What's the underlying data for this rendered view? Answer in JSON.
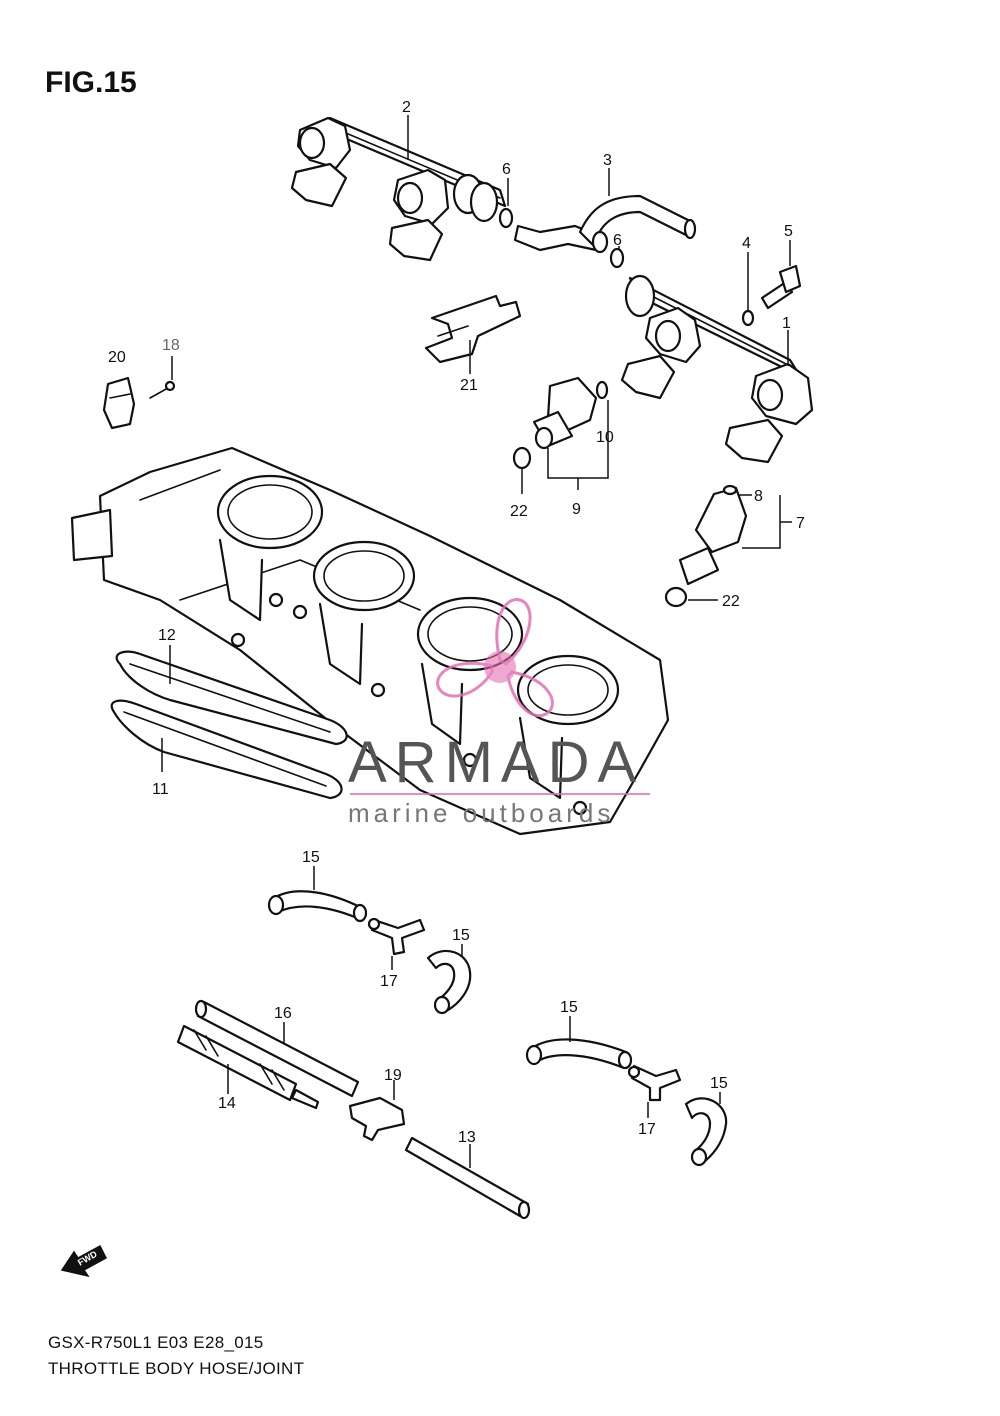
{
  "figure": {
    "title": "FIG.15",
    "code": "GSX-R750L1 E03 E28_015",
    "name": "THROTTLE BODY HOSE/JOINT"
  },
  "watermark": {
    "name": "ARMADA",
    "tagline": "marine outboards",
    "accent_color": "#e46fb3"
  },
  "fwd_label": "FWD",
  "callouts": {
    "c1": "1",
    "c2": "2",
    "c3": "3",
    "c4": "4",
    "c5": "5",
    "c6a": "6",
    "c6b": "6",
    "c7": "7",
    "c8": "8",
    "c9": "9",
    "c10": "10",
    "c11": "11",
    "c12": "12",
    "c13": "13",
    "c14": "14",
    "c15a": "15",
    "c15b": "15",
    "c15c": "15",
    "c15d": "15",
    "c16": "16",
    "c17a": "17",
    "c17b": "17",
    "c18": "18",
    "c19": "19",
    "c20": "20",
    "c21": "21",
    "c22a": "22",
    "c22b": "22"
  },
  "icons": {
    "fuel_rail": "fuel-rail-icon",
    "injector": "fuel-injector-icon",
    "throttle_body": "throttle-body-icon",
    "hose": "hose-icon",
    "joint": "joint-icon",
    "sensor": "sensor-icon",
    "screw": "screw-icon"
  }
}
